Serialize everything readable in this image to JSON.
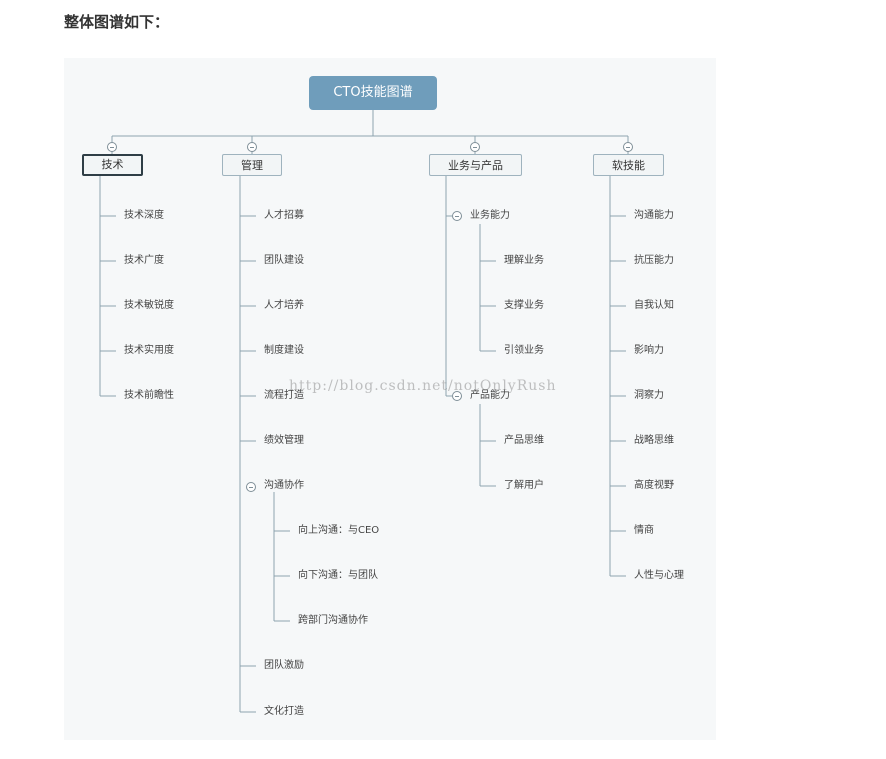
{
  "heading": "整体图谱如下：",
  "mindmap": {
    "root": "CTO技能图谱",
    "branches": [
      {
        "label": "技术",
        "items": [
          "技术深度",
          "技术广度",
          "技术敏锐度",
          "技术实用度",
          "技术前瞻性"
        ]
      },
      {
        "label": "管理",
        "items": [
          "人才招募",
          "团队建设",
          "人才培养",
          "制度建设",
          "流程打造",
          "绩效管理",
          "沟通协作",
          "向上沟通：与CEO",
          "向下沟通：与团队",
          "跨部门沟通协作",
          "团队激励",
          "文化打造"
        ]
      },
      {
        "label": "业务与产品",
        "items": [
          "业务能力",
          "理解业务",
          "支撑业务",
          "引领业务",
          "产品能力",
          "产品思维",
          "了解用户"
        ]
      },
      {
        "label": "软技能",
        "items": [
          "沟通能力",
          "抗压能力",
          "自我认知",
          "影响力",
          "洞察力",
          "战略思维",
          "高度视野",
          "情商",
          "人性与心理"
        ]
      }
    ]
  },
  "watermark": "http://blog.csdn.net/notOnlyRush"
}
